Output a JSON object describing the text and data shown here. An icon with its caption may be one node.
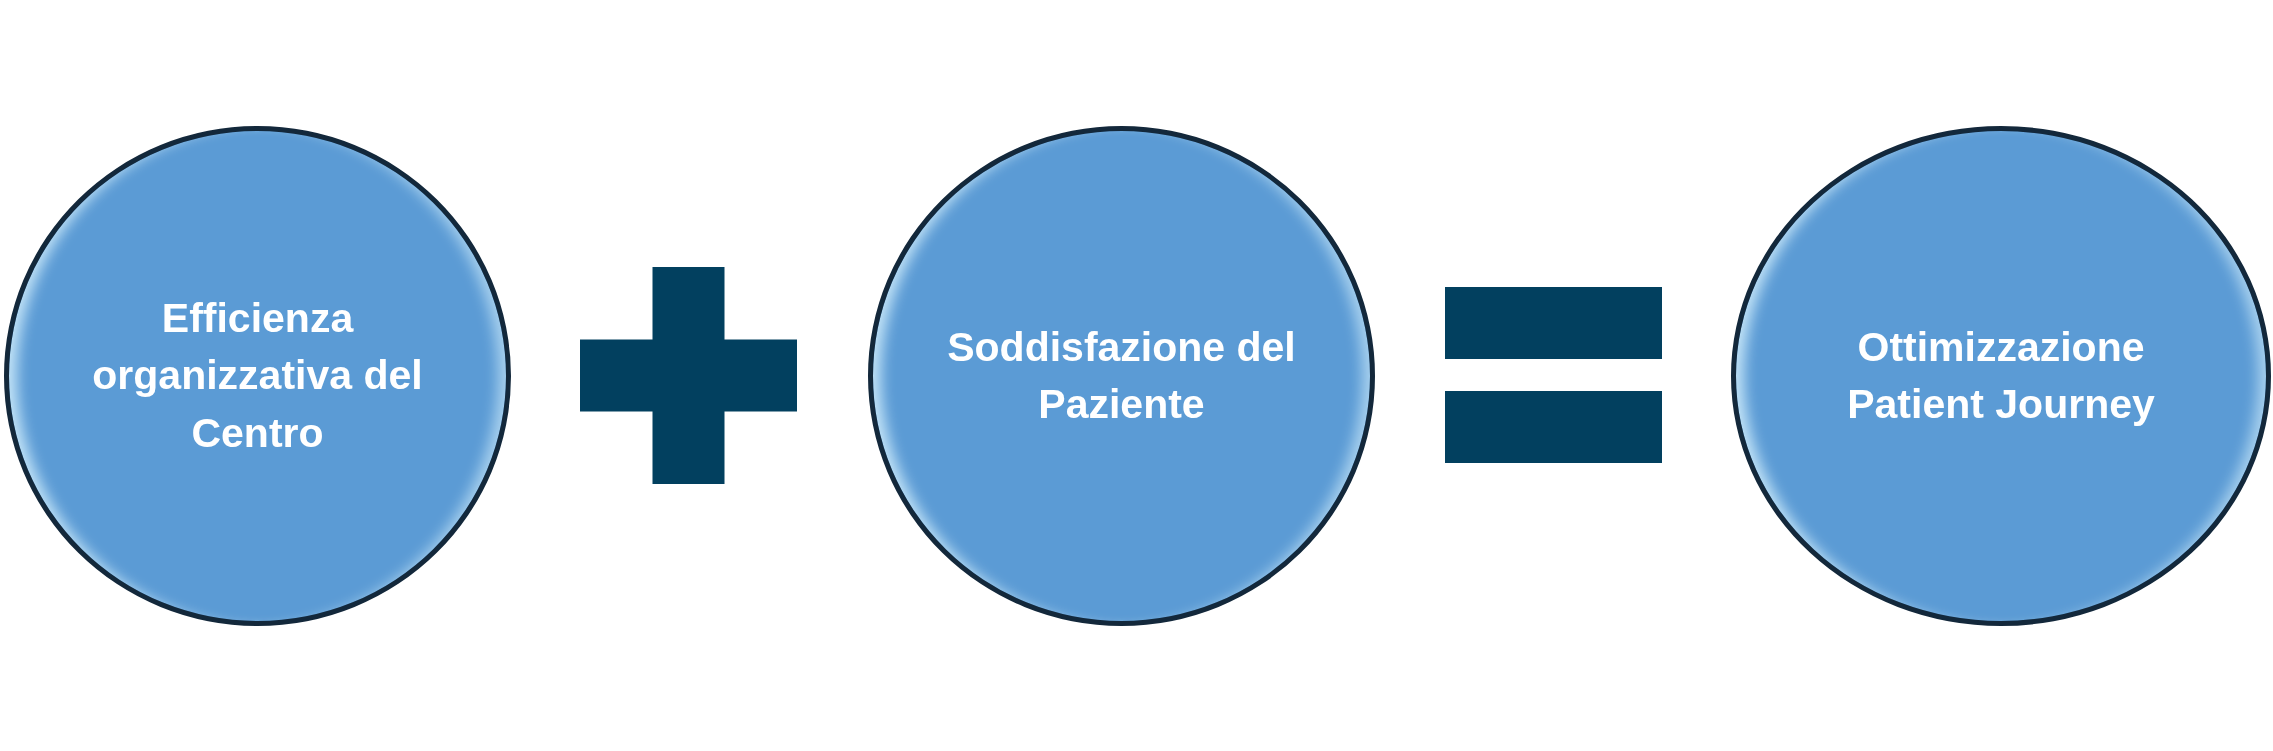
{
  "diagram": {
    "nodes": [
      {
        "text": [
          "Efficienza organizzativa del Centro"
        ]
      },
      {
        "text": [],
        "shape": "cross"
      },
      {
        "text": [
          "Soddisfazione del Paziente"
        ]
      },
      {
        "text": [],
        "shape": "equals"
      },
      {
        "text": [
          "Ottimizzazione Patient Journey"
        ]
      }
    ]
  }
}
